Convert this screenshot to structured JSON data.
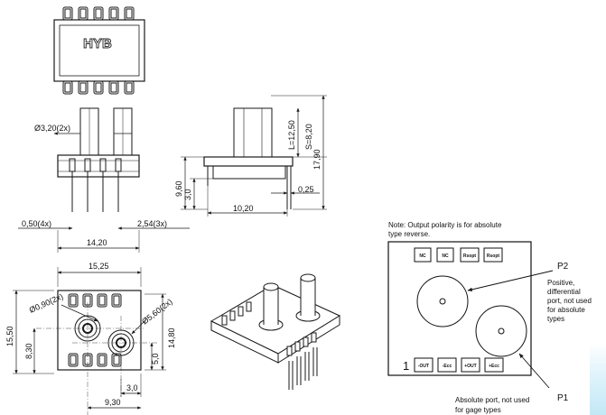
{
  "logo": "HYB",
  "note": [
    "Note: Output polarity is for absolute",
    "type reverse."
  ],
  "pins_top": [
    "NC",
    "NC",
    "Rsopt",
    "Rsopt"
  ],
  "pins_bottom": [
    "-OUT",
    "-Ecc",
    "+OUT",
    "+Ecc"
  ],
  "pin_one": "1",
  "port_p2": "P2",
  "port_p1": "P1",
  "p2_desc": [
    "Positive,",
    "differential",
    "port, not used",
    "for absolute",
    "types"
  ],
  "p1_desc": [
    "Absolute port, not used",
    "for gage types"
  ],
  "dims": {
    "d_port_dia": "Ø3,20(2x)",
    "d_pin_width": "0,50(4x)",
    "d_pin_pitch": "2,54(3x)",
    "d_body_w": "14,20",
    "d_h960": "9,60",
    "d_h30": "3,0",
    "d_w1020": "10,20",
    "d_t025": "0,25",
    "d_h1790": "17,90",
    "d_L": "L=12,50",
    "d_S": "S=8,20",
    "d_w1525": "15,25",
    "d_h1550": "15,50",
    "d_hole_small": "Ø0,90(2x)",
    "d_hole_big": "Ø5,60(2x)",
    "d_h1480": "14,80",
    "d_h830": "8,30",
    "d_h50": "5,0",
    "d_w30b": "3,0",
    "d_w930": "9,30"
  },
  "colors": {
    "line": "#1a1a1a",
    "panel_border": "#111111",
    "accent": "#c3e8f6"
  }
}
